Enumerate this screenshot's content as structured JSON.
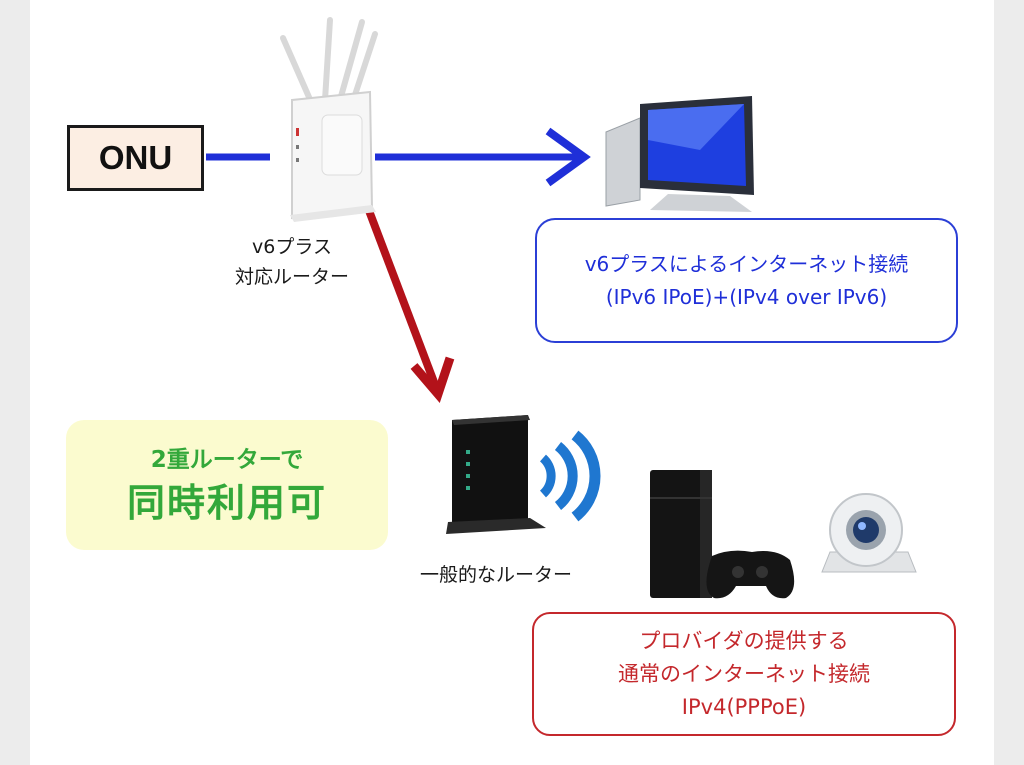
{
  "onu": {
    "label": "ONU"
  },
  "v6_router": {
    "caption_line1": "v6プラス",
    "caption_line2": "対応ルーター"
  },
  "general_router": {
    "caption": "一般的なルーター"
  },
  "blue_box": {
    "line1": "v6プラスによるインターネット接続",
    "line2": "(IPv6 IPoE)+(IPv4 over IPv6)"
  },
  "green_box": {
    "line1": "2重ルーターで",
    "line2": "同時利用可"
  },
  "red_box": {
    "line1": "プロバイダの提供する",
    "line2": "通常のインターネット接続",
    "line3": "IPv4(PPPoE)"
  },
  "colors": {
    "blue_arrow": "#1f2fd8",
    "red_arrow": "#b3121a",
    "green_text": "#33a83a"
  },
  "icons": [
    "v6-router-icon",
    "pc-monitor-icon",
    "wifi-router-icon",
    "wifi-waves-icon",
    "game-console-icon",
    "network-camera-icon"
  ]
}
